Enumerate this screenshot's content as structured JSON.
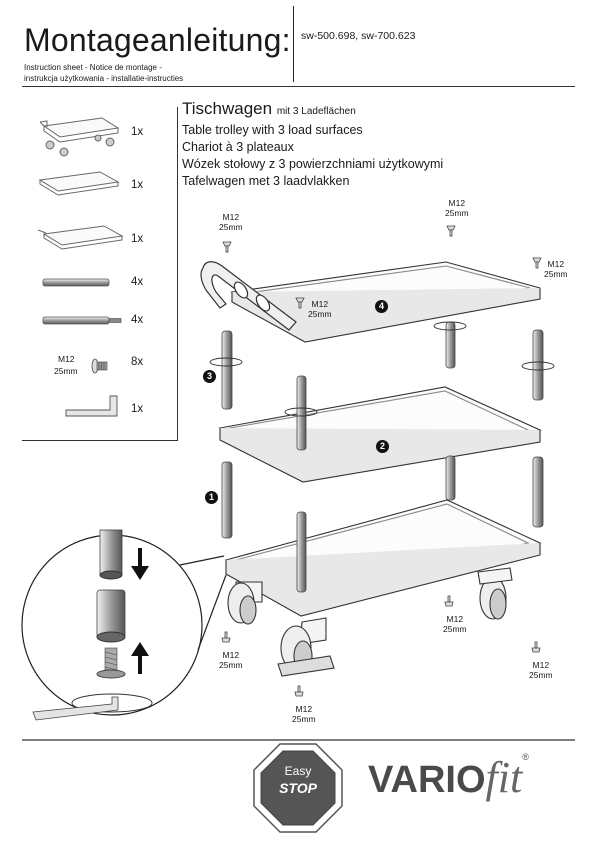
{
  "header": {
    "title": "Montageanleitung:",
    "subtitle_line1": "Instruction sheet - Notice de montage -",
    "subtitle_line2": "instrukcja użytkowania - installatie-instructies",
    "article_numbers": "sw-500.698, sw-700.623"
  },
  "product": {
    "name_main": "Tischwagen",
    "name_suffix": "mit 3 Ladeflächen",
    "lines": [
      "Table trolley with 3 load surfaces",
      "Chariot à 3 plateaux",
      "Wózek stołowy z 3 powierzchniami użytkowymi",
      "Tafelwagen met 3 laadvlakken"
    ]
  },
  "parts": [
    {
      "qty": "1x",
      "icon": "shelf-with-handle-and-casters"
    },
    {
      "qty": "1x",
      "icon": "middle-shelf"
    },
    {
      "qty": "1x",
      "icon": "top-shelf-with-handle"
    },
    {
      "qty": "4x",
      "icon": "short-tube"
    },
    {
      "qty": "4x",
      "icon": "tube-with-thread"
    },
    {
      "qty": "8x",
      "icon": "screw",
      "label_line1": "M12",
      "label_line2": "25mm"
    },
    {
      "qty": "1x",
      "icon": "allen-key"
    }
  ],
  "screw_labels": {
    "line1": "M12",
    "line2": "25mm"
  },
  "steps": [
    "1",
    "2",
    "3",
    "4"
  ],
  "footer": {
    "badge_line1": "Easy",
    "badge_line2": "STOP",
    "brand_main": "VARIO",
    "brand_script": "fit",
    "brand_mark": "®"
  },
  "colors": {
    "line": "#333333",
    "badge": "#555555",
    "brand": "#4a4a4a"
  }
}
